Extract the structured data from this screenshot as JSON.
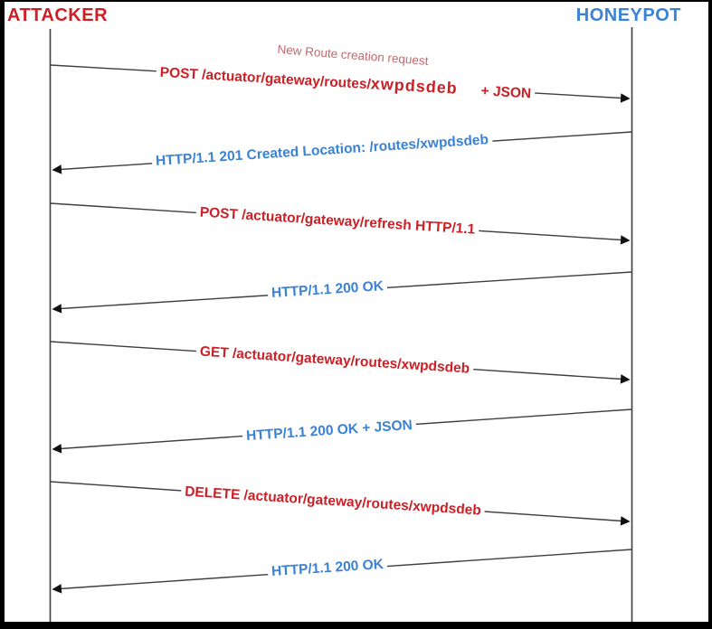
{
  "diagram": {
    "title": "Attacker vs Honeypot HTTP sequence",
    "left_actor": "ATTACKER",
    "right_actor": "HONEYPOT",
    "note": "New Route creation request",
    "messages": [
      {
        "direction": "right",
        "method_path": "POST /actuator/gateway/routes/",
        "route_id": "xwpdsdeb",
        "suffix": "+ JSON"
      },
      {
        "direction": "left",
        "text": "HTTP/1.1 201 Created Location: /routes/xwpdsdeb"
      },
      {
        "direction": "right",
        "text": "POST /actuator/gateway/refresh HTTP/1.1"
      },
      {
        "direction": "left",
        "text": "HTTP/1.1 200 OK"
      },
      {
        "direction": "right",
        "text": "GET /actuator/gateway/routes/xwpdsdeb"
      },
      {
        "direction": "left",
        "text": "HTTP/1.1 200 OK + JSON"
      },
      {
        "direction": "right",
        "text": "DELETE /actuator/gateway/routes/xwpdsdeb"
      },
      {
        "direction": "left",
        "text": "HTTP/1.1 200 OK"
      }
    ]
  },
  "colors": {
    "attacker_red": "#cb2026",
    "honeypot_blue": "#3a82d6",
    "note_red": "#c4696f",
    "line_gray": "#3f3f3f",
    "border_black": "#000000"
  }
}
